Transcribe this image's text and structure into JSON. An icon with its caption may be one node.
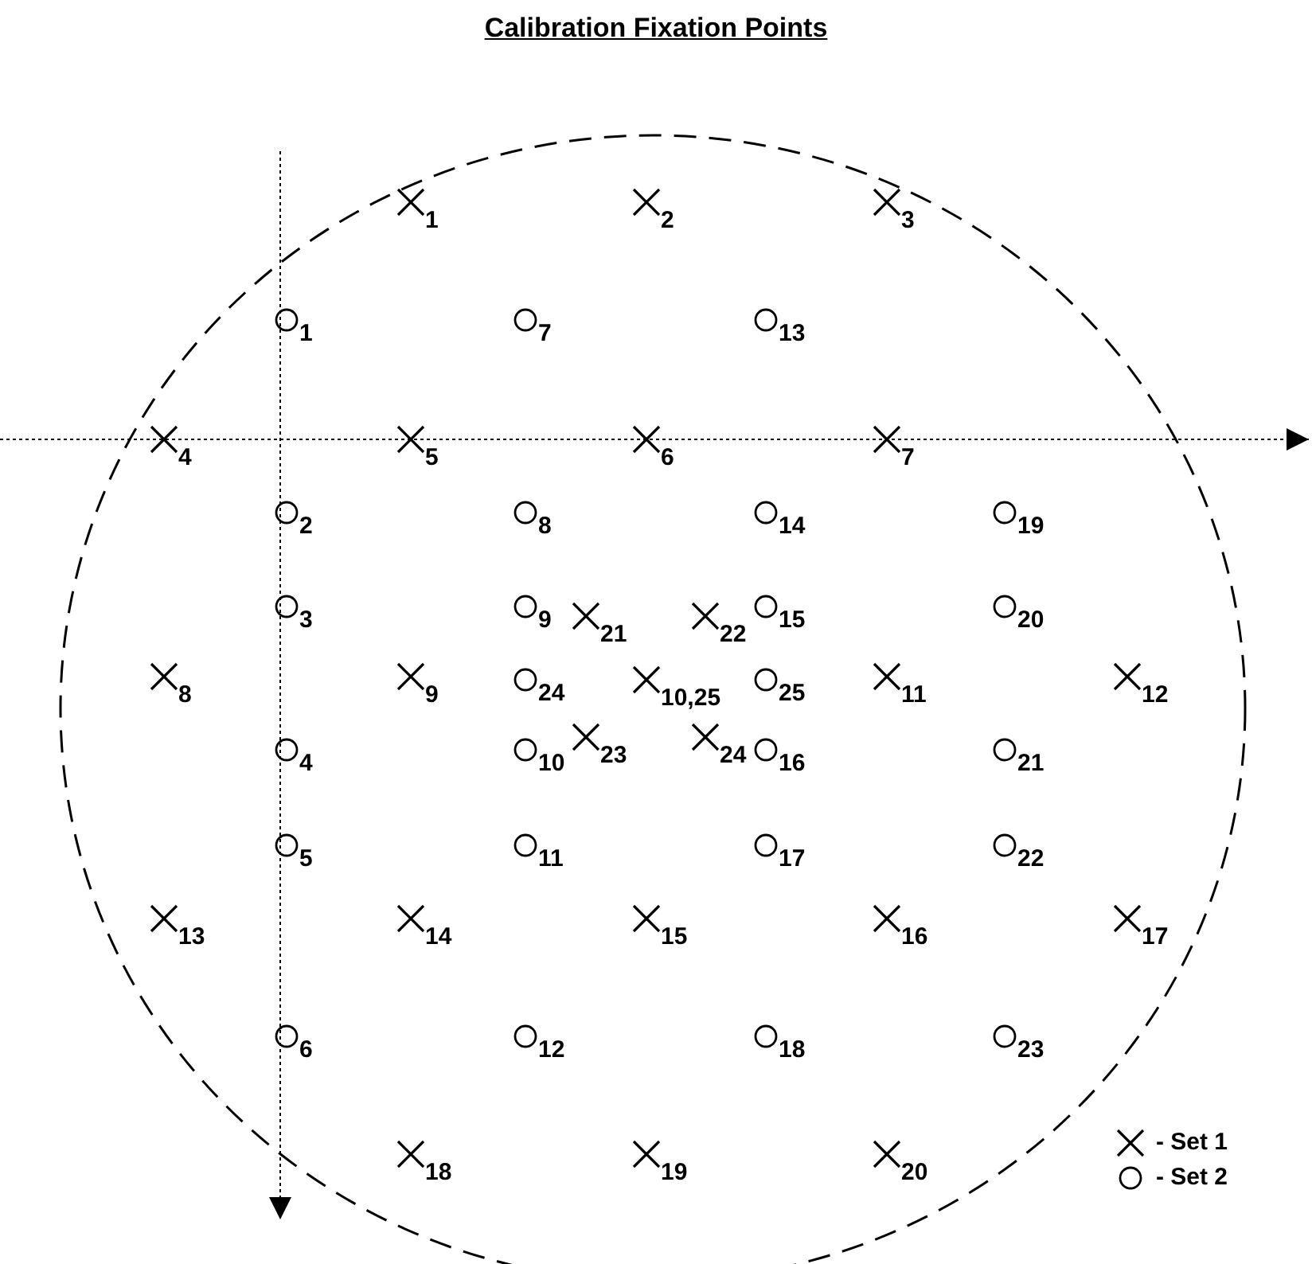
{
  "diagram": {
    "title": "Calibration Fixation Points",
    "labels": [
      "1",
      "2",
      "3",
      "1",
      "7",
      "13",
      "4",
      "5",
      "6",
      "7",
      "2",
      "8",
      "14",
      "19",
      "3",
      "9",
      "21",
      "22",
      "15",
      "20",
      "8",
      "9",
      "24",
      "10,25",
      "25",
      "11",
      "12",
      "4",
      "10",
      "23",
      "24",
      "16",
      "21",
      "5",
      "11",
      "17",
      "22",
      "13",
      "14",
      "15",
      "16",
      "17",
      "6",
      "12",
      "18",
      "23",
      "18",
      "19",
      "20"
    ],
    "legend": [
      {
        "text": "- Set 1"
      },
      {
        "text": "- Set 2"
      }
    ]
  }
}
